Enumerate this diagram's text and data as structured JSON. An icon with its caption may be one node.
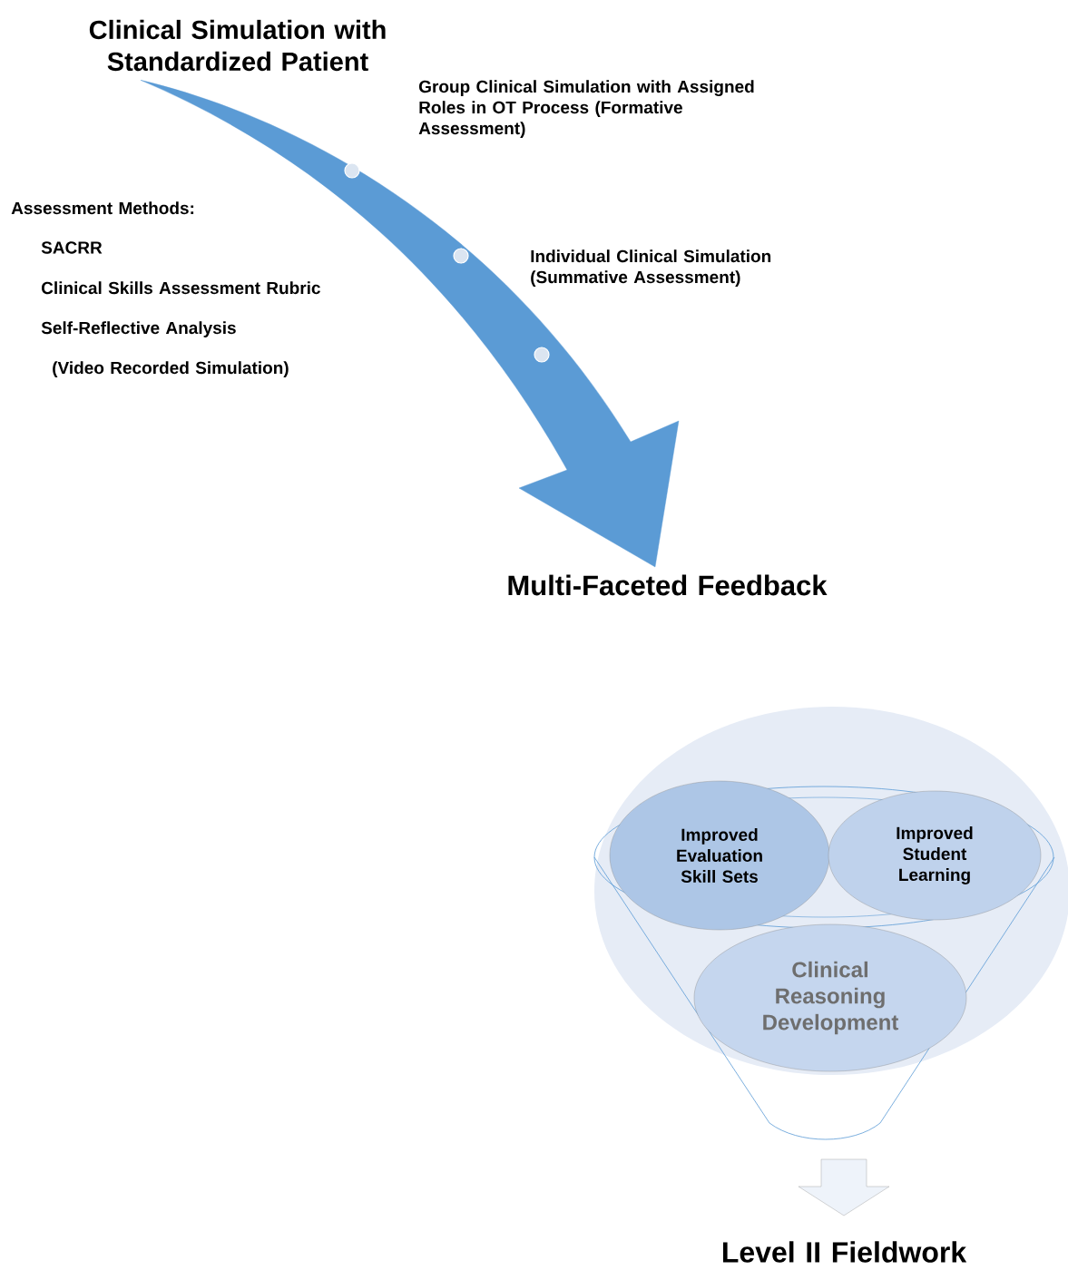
{
  "diagram": {
    "nodes": [
      {
        "text": [
          "Clinical Simulation with Standardized Patient"
        ]
      },
      {
        "text": [
          "Multi-Faceted Feedback"
        ]
      },
      {
        "text": [],
        "shape": "funnel"
      },
      {
        "text": [
          "Improved Evaluation Skill Sets"
        ],
        "in": 2
      },
      {
        "text": [
          "Improved Student Learning"
        ],
        "in": 2
      },
      {
        "text": [
          "Clinical Reasoning Development"
        ],
        "in": 2
      },
      {
        "text": [
          "Level II Fieldwork"
        ]
      }
    ],
    "edges": [
      {
        "from": 0,
        "to": 1,
        "arrow": "to"
      },
      {
        "from": 2,
        "to": 6,
        "arrow": "to"
      }
    ],
    "labels": [
      "Group Clinical Simulation with Assigned Roles in OT Process (Formative Assessment)",
      "Individual Clinical Simulation (Summative Assessment)",
      "Assessment Methods:",
      "SACRR",
      "Clinical Skills Assessment Rubric",
      "Self-Reflective Analysis",
      "(Video Recorded Simulation)"
    ]
  }
}
